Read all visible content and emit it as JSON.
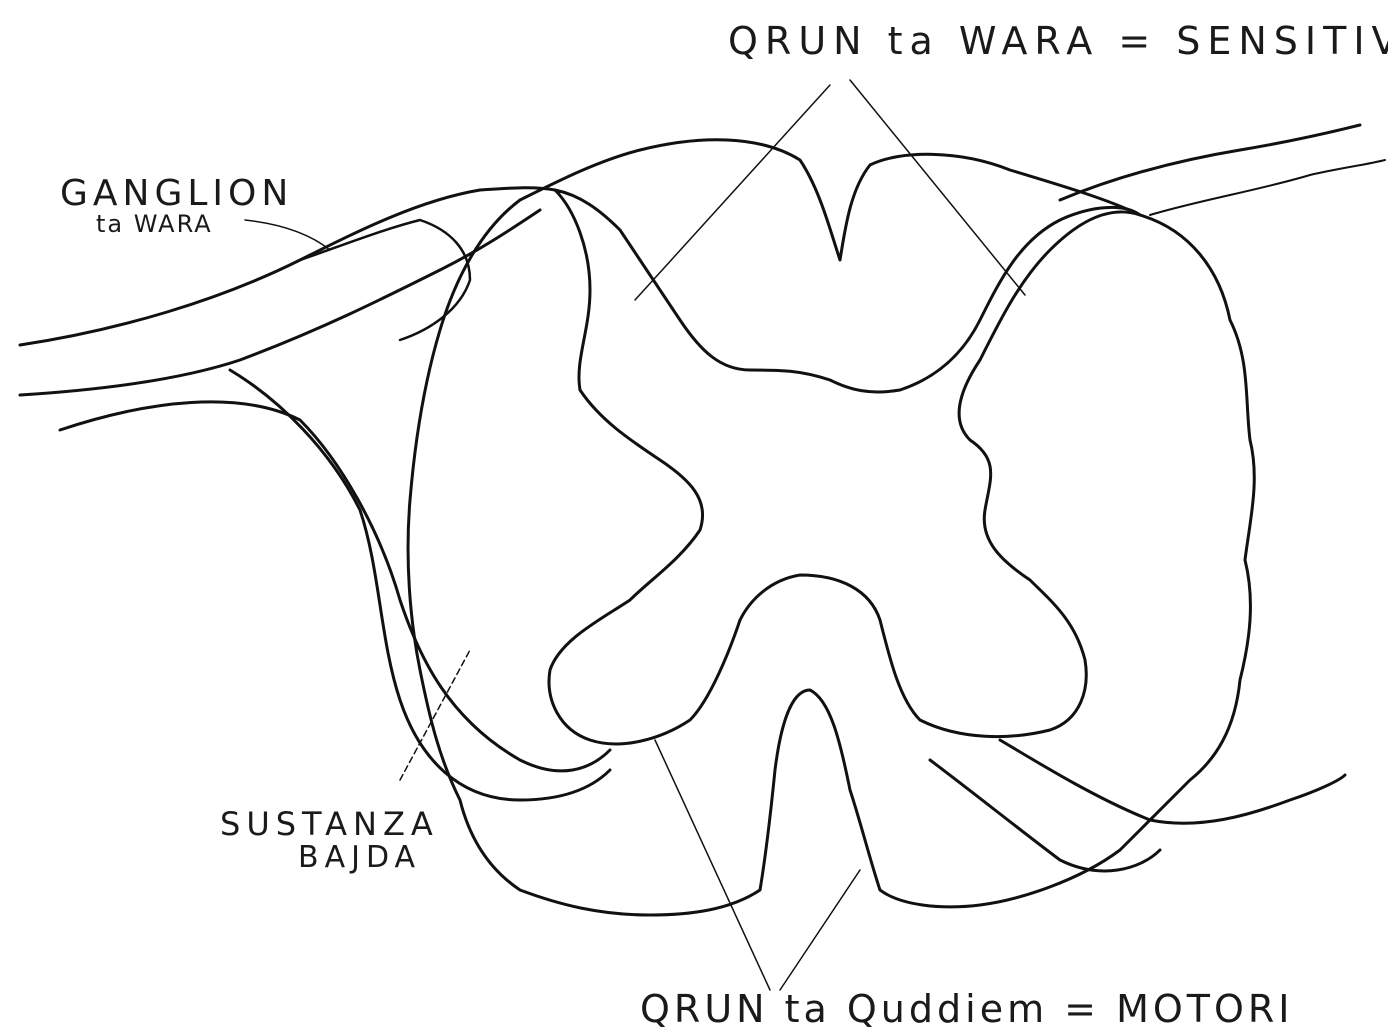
{
  "labels": {
    "dorsal_horns": "QRUN ta WARA = SENSITIVI",
    "ganglion_line1": "GANGLION",
    "ganglion_line2": "ta WARA",
    "substance_line1": "SUSTANZA",
    "substance_line2": "BAJDA",
    "ventral_horns": "QRUN ta Quddiem = MOTORI"
  },
  "colors": {
    "ink": "#111111",
    "grey_matter": "#6e6e6e",
    "paper": "#ffffff"
  }
}
